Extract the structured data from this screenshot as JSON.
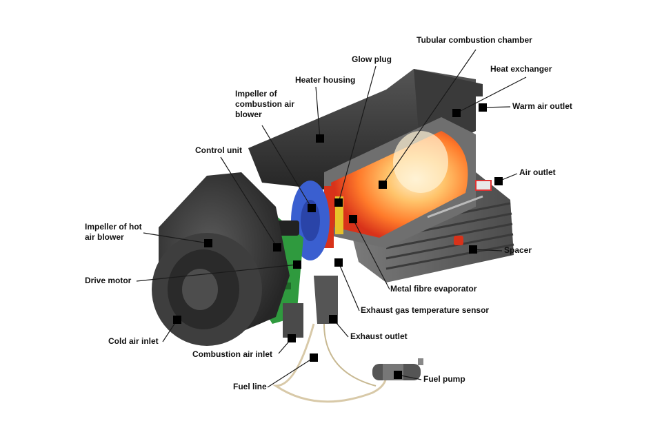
{
  "colors": {
    "marker": "#000000",
    "leader": "#1a1a1a",
    "housing_dark": "#2e2e2e",
    "housing_mid": "#4a4a4a",
    "housing_light": "#6e6e6e",
    "flame_hot": "#ffd27a",
    "flame_mid": "#ff8a2e",
    "flame_red": "#e23a1c",
    "blower_blue": "#3a5fd0",
    "pcb_green": "#2f9a3e",
    "fuel_line": "#d8c9a8"
  },
  "labels": {
    "tubular_combustion_chamber": "Tubular combustion chamber",
    "glow_plug": "Glow plug",
    "heat_exchanger": "Heat exchanger",
    "heater_housing": "Heater housing",
    "warm_air_outlet": "Warm air outlet",
    "impeller_combustion": "Impeller of combustion air blower",
    "control_unit": "Control unit",
    "air_outlet": "Air outlet",
    "impeller_hot_air": "Impeller of hot air blower",
    "spacer": "Spacer",
    "drive_motor": "Drive motor",
    "metal_fibre_evaporator": "Metal fibre evaporator",
    "exhaust_gas_sensor": "Exhaust gas temperature sensor",
    "exhaust_outlet": "Exhaust outlet",
    "cold_air_inlet": "Cold air inlet",
    "combustion_air_inlet": "Combustion air inlet",
    "fuel_pump": "Fuel pump",
    "fuel_line": "Fuel line"
  }
}
